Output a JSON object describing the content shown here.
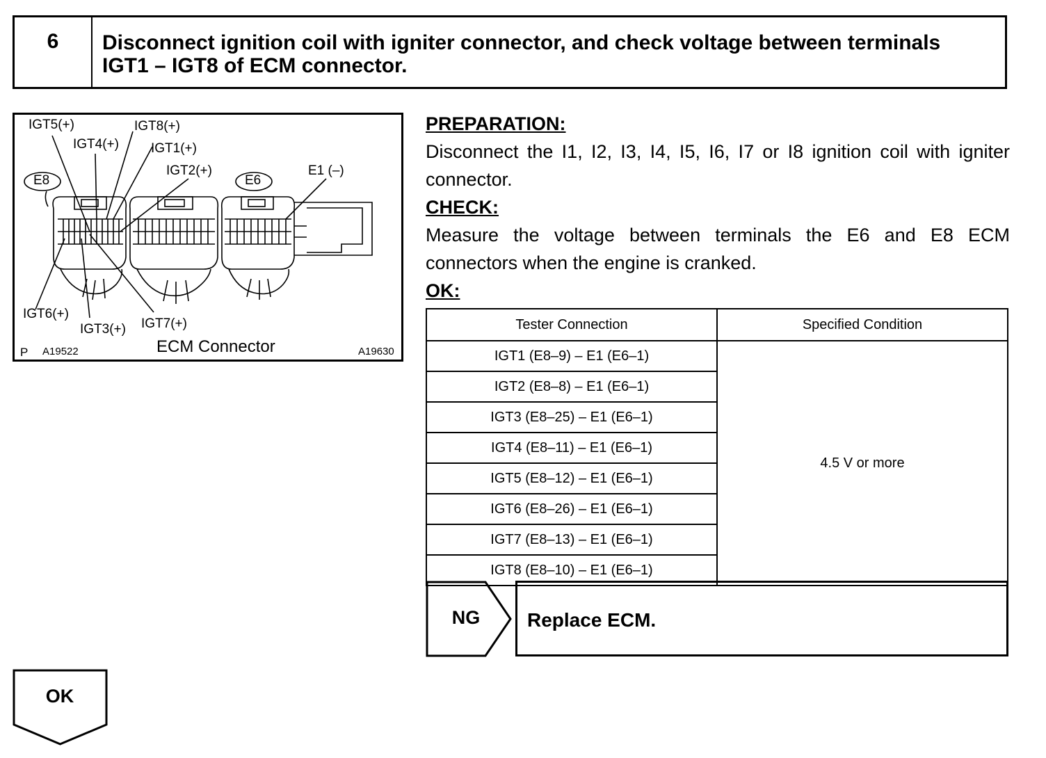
{
  "step": {
    "number": "6",
    "title": "Disconnect ignition coil with igniter connector, and check voltage between terminals IGT1 – IGT8 of ECM connector."
  },
  "figure": {
    "labels": {
      "igt5": "IGT5(+)",
      "igt8": "IGT8(+)",
      "igt4": "IGT4(+)",
      "igt1": "IGT1(+)",
      "igt2": "IGT2(+)",
      "e8": "E8",
      "e6": "E6",
      "e1": "E1 (–)",
      "igt6": "IGT6(+)",
      "igt3": "IGT3(+)",
      "igt7": "IGT7(+)"
    },
    "caption": "ECM Connector",
    "corner_p": "P",
    "ref_left": "A19522",
    "ref_right": "A19630"
  },
  "preparation": {
    "heading": "PREPARATION:",
    "text": "Disconnect the I1, I2, I3, I4, I5, I6, I7 or I8 ignition coil with igniter connector."
  },
  "check": {
    "heading": "CHECK:",
    "text": "Measure the voltage between terminals the E6 and E8 ECM connectors when the engine is cranked."
  },
  "ok_section": {
    "heading": "OK:"
  },
  "table": {
    "headers": [
      "Tester Connection",
      "Specified Condition"
    ],
    "rows": [
      "IGT1 (E8–9) – E1 (E6–1)",
      "IGT2 (E8–8) – E1 (E6–1)",
      "IGT3 (E8–25) – E1 (E6–1)",
      "IGT4 (E8–11) – E1 (E6–1)",
      "IGT5 (E8–12) – E1 (E6–1)",
      "IGT6 (E8–26) – E1 (E6–1)",
      "IGT7 (E8–13) – E1 (E6–1)",
      "IGT8 (E8–10) – E1 (E6–1)"
    ],
    "condition": "4.5 V or more"
  },
  "ng": {
    "label": "NG",
    "action": "Replace ECM."
  },
  "ok": {
    "label": "OK"
  }
}
